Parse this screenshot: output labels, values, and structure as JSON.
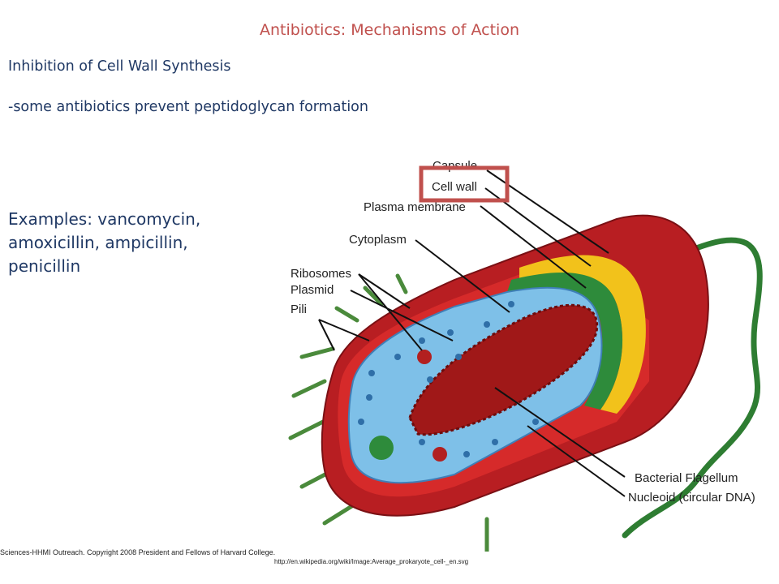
{
  "slide": {
    "title": "Antibiotics: Mechanisms of Action",
    "subheading": "Inhibition of Cell Wall Synthesis",
    "bullet": "-some antibiotics prevent peptidoglycan formation",
    "examples_line1": "Examples: vancomycin,",
    "examples_line2": "amoxicillin, ampicillin,",
    "examples_line3": "penicillin"
  },
  "diagram": {
    "labels": {
      "capsule": "Capsule",
      "cell_wall": "Cell wall",
      "plasma_membrane": "Plasma membrane",
      "cytoplasm": "Cytoplasm",
      "ribosomes": "Ribosomes",
      "plasmid": "Plasmid",
      "pili": "Pili",
      "flagellum": "Bacterial Flagellum",
      "nucleoid": "Nucleoid (circular DNA)"
    },
    "highlight_color": "#c0504d"
  },
  "footer": {
    "credit": "Sciences-HHMI Outreach. Copyright 2008 President and Fellows of Harvard College.",
    "source_url": "http://en.wikipedia.org/wiki/Image:Average_prokaryote_cell-_en.svg"
  },
  "colors": {
    "title": "#c0504d",
    "body_text": "#1f3864",
    "capsule": "#b81e22",
    "cell_wall": "#f2c21b",
    "membrane": "#2e8b3b",
    "cytoplasm": "#6fb7e3"
  }
}
